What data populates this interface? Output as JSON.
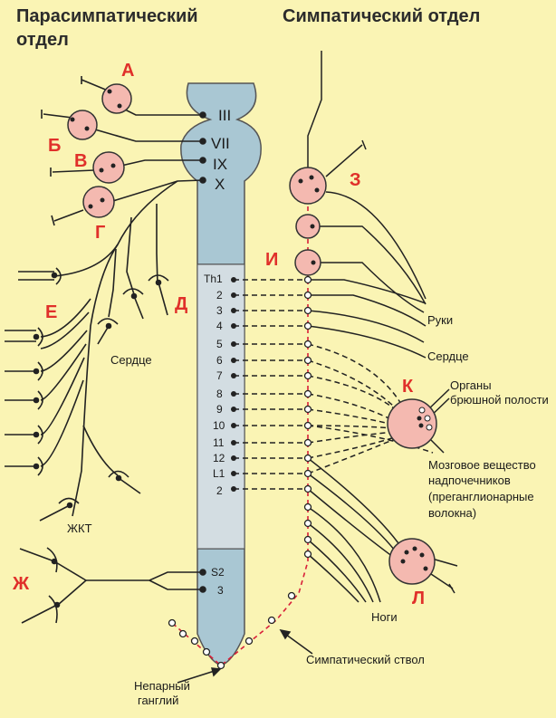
{
  "titles": {
    "parasympathetic_line1": "Парасимпатический",
    "parasympathetic_line2": "отдел",
    "sympathetic": "Симпатический отдел"
  },
  "letters": {
    "a": "А",
    "b": "Б",
    "v": "В",
    "g": "Г",
    "d": "Д",
    "e": "Е",
    "zh": "Ж",
    "z": "З",
    "i": "И",
    "k": "К",
    "l": "Л"
  },
  "cranial_nerves": [
    "III",
    "VII",
    "IX",
    "X"
  ],
  "spinal_segments": [
    "Th1",
    "2",
    "3",
    "4",
    "5",
    "6",
    "7",
    "8",
    "9",
    "10",
    "11",
    "12",
    "L1",
    "2"
  ],
  "sacral_segments": [
    "S2",
    "3"
  ],
  "labels": {
    "heart_left": "Сердце",
    "gi_tract": "ЖКТ",
    "arms": "Руки",
    "heart_right": "Сердце",
    "abdominal_1": "Органы",
    "abdominal_2": "брюшной полости",
    "adrenal_1": "Мозговое вещество",
    "adrenal_2": "надпочечников",
    "adrenal_3": "(преганглионарные",
    "adrenal_4": "волокна)",
    "legs": "Ноги",
    "sympathetic_trunk": "Симпатический ствол",
    "unpaired_1": "Непарный",
    "unpaired_2": "ганглий"
  },
  "colors": {
    "background": "#faf4b4",
    "ganglion_fill": "#f4b9b0",
    "cord_fill": "#a9c7d3",
    "accent_red": "#e0302a",
    "trunk_dash": "#d8203a"
  }
}
